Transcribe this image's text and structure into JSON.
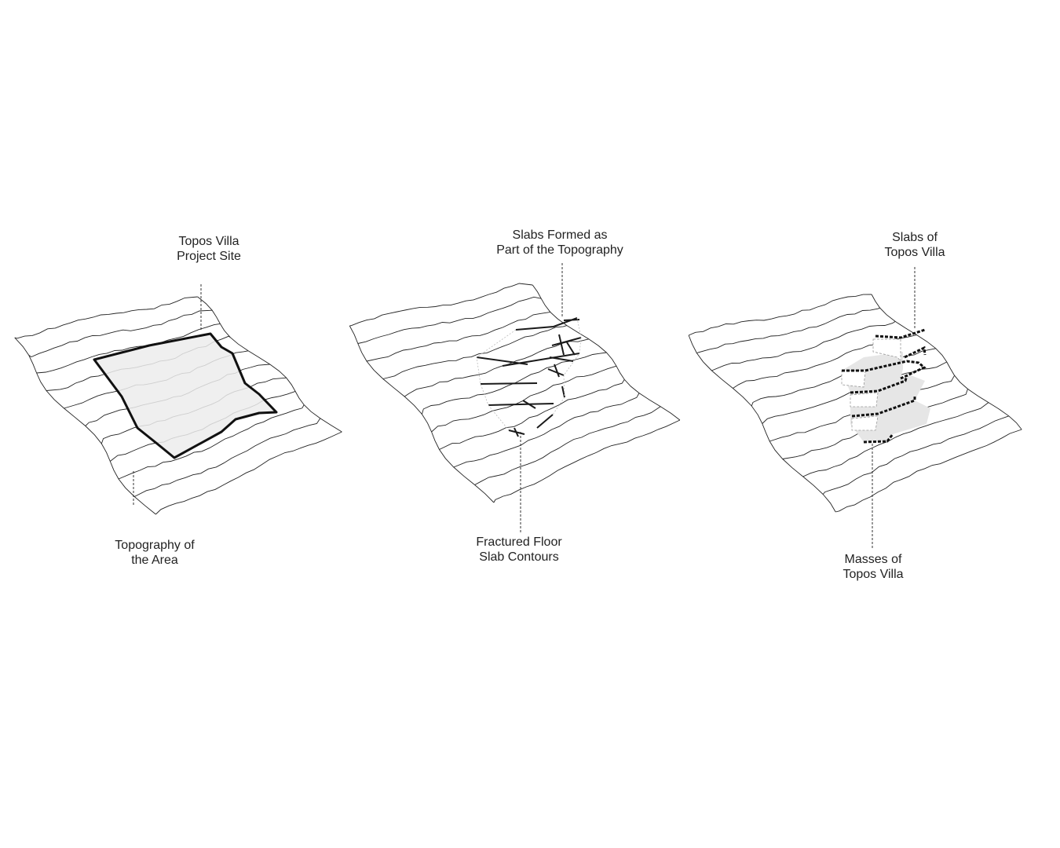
{
  "panels": [
    {
      "top_label": [
        "Topos Villa",
        "Project Site"
      ],
      "bottom_label": [
        "Topography of",
        "the Area"
      ]
    },
    {
      "top_label": [
        "Slabs Formed as",
        "Part of the Topography"
      ],
      "bottom_label": [
        "Fractured Floor",
        "Slab Contours"
      ]
    },
    {
      "top_label": [
        "Slabs of",
        "Topos Villa"
      ],
      "bottom_label": [
        "Masses of",
        "Topos Villa"
      ]
    }
  ],
  "colors": {
    "line": "#222222",
    "fill": "#ececec"
  }
}
